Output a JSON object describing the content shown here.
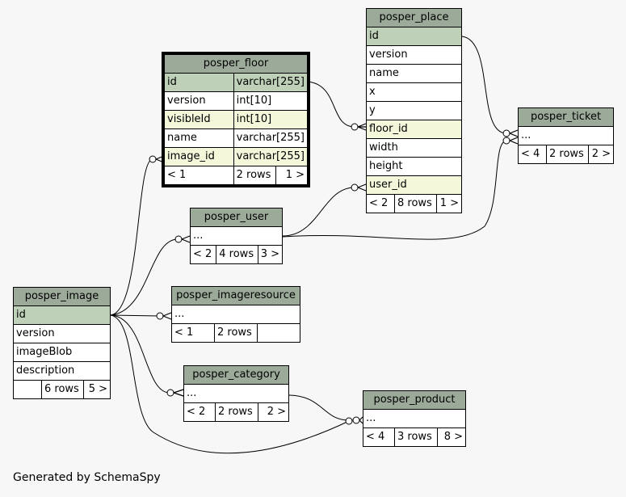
{
  "tables": {
    "floor": {
      "name": "posper_floor",
      "rows": [
        {
          "col": "id",
          "type": "varchar[255]",
          "kind": "pk"
        },
        {
          "col": "version",
          "type": "int[10]",
          "kind": ""
        },
        {
          "col": "visibleId",
          "type": "int[10]",
          "kind": "fk"
        },
        {
          "col": "name",
          "type": "varchar[255]",
          "kind": ""
        },
        {
          "col": "image_id",
          "type": "varchar[255]",
          "kind": "fk"
        }
      ],
      "footer": [
        "< 1",
        "2 rows",
        "1 >"
      ]
    },
    "place": {
      "name": "posper_place",
      "rows": [
        "id",
        "version",
        "name",
        "x",
        "y",
        "floor_id",
        "width",
        "height",
        "user_id"
      ],
      "footer": [
        "< 2",
        "8 rows",
        "1 >"
      ]
    },
    "ticket": {
      "name": "posper_ticket",
      "rows": [
        "..."
      ],
      "footer": [
        "< 4",
        "2 rows",
        "2 >"
      ]
    },
    "user": {
      "name": "posper_user",
      "rows": [
        "..."
      ],
      "footer": [
        "< 2",
        "4 rows",
        "3 >"
      ]
    },
    "image": {
      "name": "posper_image",
      "rows": [
        "id",
        "version",
        "imageBlob",
        "description"
      ],
      "footer": [
        "",
        "6 rows",
        "5 >"
      ]
    },
    "imageresource": {
      "name": "posper_imageresource",
      "rows": [
        "..."
      ],
      "footer": [
        "< 1",
        "2 rows",
        ""
      ]
    },
    "category": {
      "name": "posper_category",
      "rows": [
        "..."
      ],
      "footer": [
        "< 2",
        "2 rows",
        "2 >"
      ]
    },
    "product": {
      "name": "posper_product",
      "rows": [
        "..."
      ],
      "footer": [
        "< 4",
        "3 rows",
        "8 >"
      ]
    }
  },
  "footer_text": "Generated by SchemaSpy",
  "colors": {
    "header": "#9caa9a",
    "primary_key": "#bed1b8",
    "foreign_key": "#f4f7da",
    "background": "#f7f7f7"
  }
}
